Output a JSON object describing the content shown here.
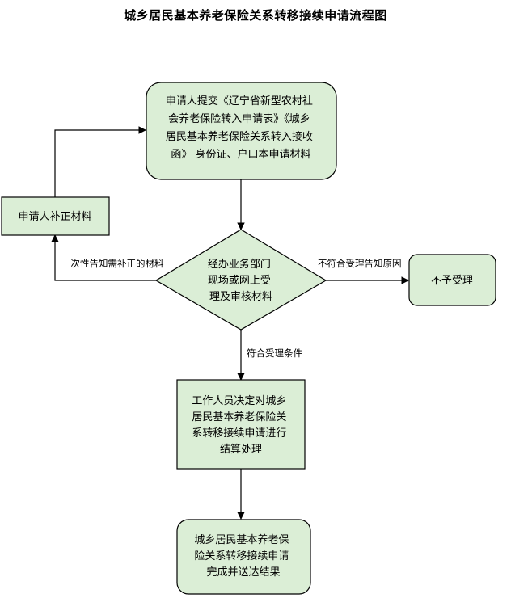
{
  "title": "城乡居民基本养老保险关系转移接续申请流程图",
  "nodes": {
    "submit": [
      "申请人提交《辽宁省新型农村社",
      "会养老保险转入申请表》《城乡",
      "居民基本养老保险关系转入接收",
      "函》 身份证、户口本申请材料"
    ],
    "supplement": [
      "申请人补正材料"
    ],
    "review": [
      "经办业务部门",
      "现场或网上受",
      "理及审核材料"
    ],
    "reject": [
      "不予受理"
    ],
    "settle": [
      "工作人员决定对城乡",
      "居民基本养老保险关",
      "系转移接续申请进行",
      "结算处理"
    ],
    "complete": [
      "城乡居民基本养老保",
      "险关系转移接续申请",
      "完成并送达结果"
    ]
  },
  "edge_labels": {
    "notify_supplement": "一次性告知需补正的材料",
    "not_eligible": "不符合受理告知原因",
    "eligible": "符合受理条件"
  }
}
